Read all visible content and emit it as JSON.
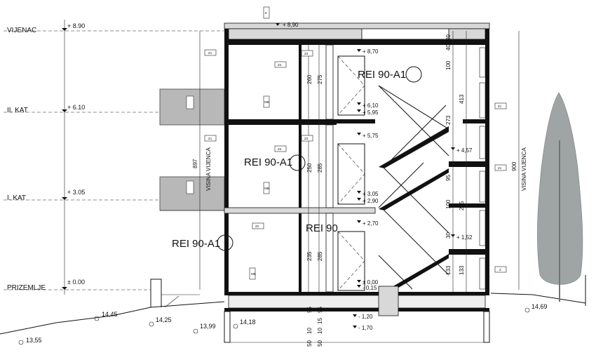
{
  "levels": {
    "vijenac": {
      "label": "VIJENAC",
      "elev": "+ 8.90"
    },
    "kat2": {
      "label": "II. KAT",
      "elev": "+ 6.10"
    },
    "kat1": {
      "label": "I. KAT",
      "elev": "+ 3.05"
    },
    "prizemlje": {
      "label": "PRIZEMLJE",
      "elev": "± 0.00"
    }
  },
  "fire_ratings": {
    "top": "REI 90-A1",
    "middle": "REI 90-A1",
    "lower": "REI 90",
    "left": "REI 90-A1"
  },
  "interior_elevations": [
    "+ 8,90",
    "+ 8,70",
    "+ 6,10",
    "+ 5,95",
    "+ 5,75",
    "+ 3,05",
    "+ 2,90",
    "+ 2,70",
    "± 0,00",
    "- 0,15",
    "- 1,20",
    "- 1,70",
    "+ 4,57",
    "+ 1,52"
  ],
  "dimensions": {
    "left_total": "897",
    "left_label": "VISINA VIJENCA",
    "right_total": "900",
    "right_label": "VISINA VIJENCA",
    "floor_heights_a": [
      "260",
      "250",
      "235"
    ],
    "floor_heights_b": [
      "275",
      "285",
      "285"
    ],
    "stair_dims": [
      "40",
      "20",
      "100",
      "413",
      "273",
      "95",
      "100",
      "285",
      "30",
      "133",
      "133"
    ],
    "slab_dims": [
      "95",
      "95",
      "15",
      "10",
      "50",
      "10",
      "50"
    ]
  },
  "terrain_elevations": [
    "14,45",
    "14,25",
    "13,99",
    "14,18",
    "13,55",
    "14,69"
  ],
  "tags": [
    "K",
    "Z1",
    "Z3",
    "Z4",
    "MB",
    "Z2",
    "Z"
  ]
}
